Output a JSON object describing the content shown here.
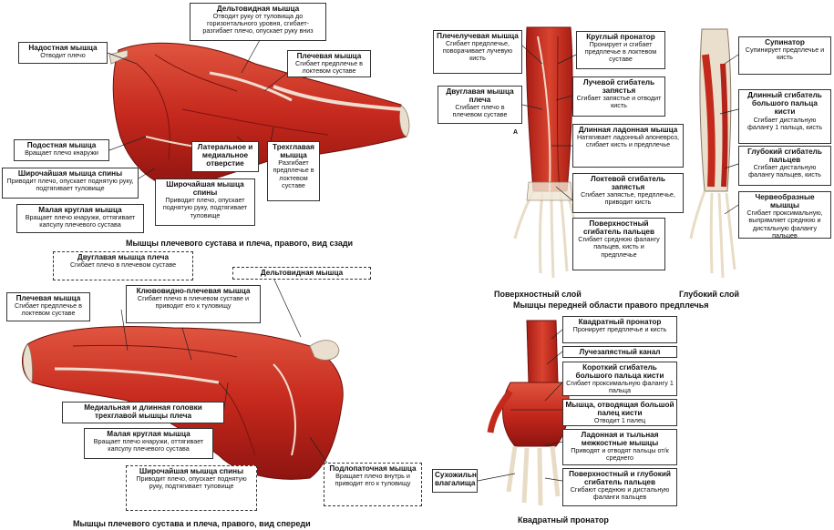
{
  "captions": {
    "top_left": "Мышцы плечевого сустава и плеча, правого, вид сзади",
    "bottom_left": "Мышцы плечевого сустава и плеча, правого, вид спереди",
    "forearm_superficial": "Поверхностный слой",
    "forearm_deep": "Глубокий слой",
    "forearm_title": "Мышцы передней области правого предплечья",
    "hand": "Квадратный пронатор",
    "marker_a": "А"
  },
  "labels": {
    "deltoid_back": {
      "title": "Дельтовидная мышца",
      "desc": "Отводит руку от туловища до горизонтального уровня, сгибает-разгибает плечо, опускает руку вниз"
    },
    "supraspinatus": {
      "title": "Надостная мышца",
      "desc": "Отводит плечо"
    },
    "brachialis_back": {
      "title": "Плечевая мышца",
      "desc": "Сгибает предплечье в локтевом суставе"
    },
    "infraspinatus": {
      "title": "Подостная мышца",
      "desc": "Вращает плечо кнаружи"
    },
    "latissimus_back": {
      "title": "Широчайшая мышца спины",
      "desc": "Приводит плечо, опускает поднятую руку, подтягивает туловище"
    },
    "teres_minor_back": {
      "title": "Малая круглая мышца",
      "desc": "Вращает плечо кнаружи, оттягивает капсулу плечевого сустава"
    },
    "foramen": {
      "title": "Латеральное и медиальное отверстие",
      "desc": ""
    },
    "latissimus_back2": {
      "title": "Широчайшая мышца спины",
      "desc": "Приводит плечо, опускает поднятую руку, подтягивает туловище"
    },
    "triceps": {
      "title": "Трехглавая мышца",
      "desc": "Разгибает предплечье в локтевом суставе"
    },
    "biceps_front": {
      "title": "Двуглавая мышца плеча",
      "desc": "Сгибает плечо в плечевом суставе"
    },
    "deltoid_front": {
      "title": "Дельтовидная мышца",
      "desc": ""
    },
    "brachialis_front": {
      "title": "Плечевая мышца",
      "desc": "Сгибает предплечье в локтевом суставе"
    },
    "coracobrachialis": {
      "title": "Клювовидно-плечевая мышца",
      "desc": "Сгибает плечо в плечевом суставе и приводит его к туловищу"
    },
    "triceps_heads": {
      "title": "Медиальная и длинная головки трехглавой мышцы плеча",
      "desc": ""
    },
    "teres_minor_front": {
      "title": "Малая круглая мышца",
      "desc": "Вращает плечо кнаружи, оттягивает капсулу плечевого сустава"
    },
    "latissimus_front": {
      "title": "Широчайшая мышца спины",
      "desc": "Приводит плечо, опускает поднятую руку, подтягивает туловище"
    },
    "subscapularis": {
      "title": "Подлопаточная мышца",
      "desc": "Вращает плечо внутрь и приводит его к туловищу"
    },
    "brachioradialis": {
      "title": "Плечелучевая мышца",
      "desc": "Сгибает предплечье, поворачивает лучевую кисть"
    },
    "biceps_forearm": {
      "title": "Двуглавая мышца плеча",
      "desc": "Сгибает плечо в плечевом суставе"
    },
    "pronator_teres": {
      "title": "Круглый пронатор",
      "desc": "Пронирует и сгибает предплечье в локтевом суставе"
    },
    "flexor_carpi_radialis": {
      "title": "Лучевой сгибатель запястья",
      "desc": "Сгибает запястье и отводит кисть"
    },
    "palmaris_longus": {
      "title": "Длинная ладонная мышца",
      "desc": "Натягивает ладонный апоневроз, сгибает кисть и предплечье"
    },
    "flexor_carpi_ulnaris": {
      "title": "Локтевой сгибатель запястья",
      "desc": "Сгибает запястье, предплечье, приводит кисть"
    },
    "flexor_superficialis": {
      "title": "Поверхностный сгибатель пальцев",
      "desc": "Сгибает среднюю фалангу пальцев, кисть и предплечье"
    },
    "supinator": {
      "title": "Супинатор",
      "desc": "Супинирует предплечье и кисть"
    },
    "flexor_pollicis_longus": {
      "title": "Длинный сгибатель большого пальца кисти",
      "desc": "Сгибает дистальную фалангу 1 пальца, кисть"
    },
    "flexor_profundus": {
      "title": "Глубокий сгибатель пальцев",
      "desc": "Сгибает дистальную фалангу пальцев, кисть"
    },
    "lumbricals": {
      "title": "Червеобразные мышцы",
      "desc": "Сгибает проксимальную, выпрямляет среднюю и дистальную фалангу пальцев"
    },
    "pronator_quadratus": {
      "title": "Квадратный пронатор",
      "desc": "Пронирует предплечье и кисть"
    },
    "radiocarpal_canal": {
      "title": "Лучезапястный канал",
      "desc": ""
    },
    "flexor_pollicis_brevis": {
      "title": "Короткий сгибатель большого пальца кисти",
      "desc": "Сгибает проксимальную фалангу 1 пальца"
    },
    "abductor_pollicis": {
      "title": "Мышца, отводящая большой палец кисти",
      "desc": "Отводит 1 палец"
    },
    "interossei": {
      "title": "Ладонная и тыльная межкостные мышцы",
      "desc": "Приводят и отводят пальцы от/к среднего"
    },
    "flexors_hand": {
      "title": "Поверхностный и глубокий сгибатель пальцев",
      "desc": "Сгибают среднюю и дистальную фаланги пальцев"
    },
    "tendon_sheaths": {
      "title": "Сухожильные влагалища",
      "desc": ""
    }
  }
}
